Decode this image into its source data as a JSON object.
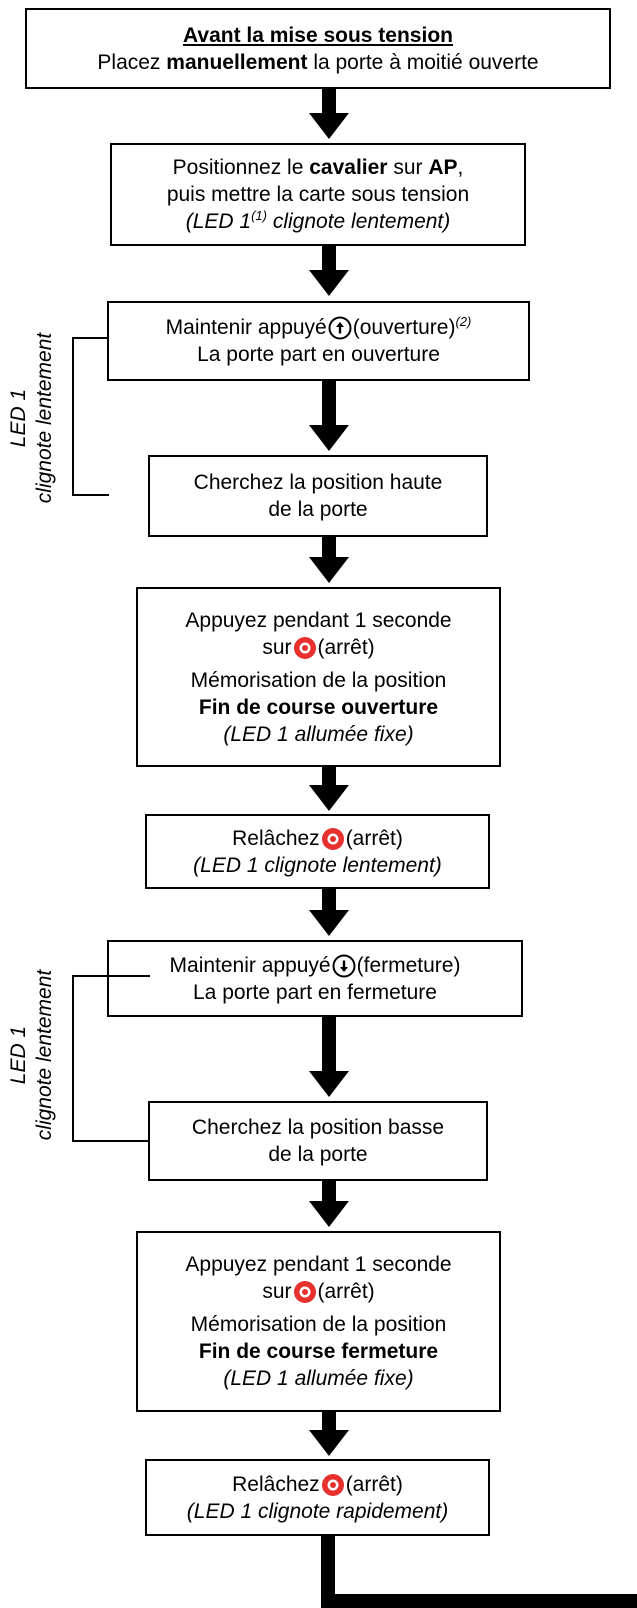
{
  "steps": [
    {
      "title": "Avant la mise sous tension",
      "line1_pre": "Placez ",
      "line1_bold": "manuellement",
      "line1_post": " la porte à moitié ouverte"
    },
    {
      "line1_pre": "Positionnez le ",
      "line1_bold1": "cavalier",
      "line1_mid": " sur ",
      "line1_bold2": "AP",
      "line1_post": ",",
      "line2": "puis mettre la carte sous tension",
      "line3_pre": "(LED 1",
      "line3_sup": "(1)",
      "line3_post": " clignote lentement)"
    },
    {
      "line1_pre": "Maintenir appuyé",
      "line1_post": "(ouverture)",
      "line1_sup": "(2)",
      "line2": "La porte part en ouverture"
    },
    {
      "line1": "Cherchez la position haute",
      "line2": "de la porte"
    },
    {
      "line1": "Appuyez pendant 1 seconde",
      "line2_pre": "sur",
      "line2_post": "(arrêt)",
      "line3": "Mémorisation de la position",
      "line4": "Fin de course ouverture",
      "line5": "(LED 1 allumée fixe)"
    },
    {
      "line1_pre": "Relâchez",
      "line1_post": "(arrêt)",
      "line2": "(LED 1 clignote lentement)"
    },
    {
      "line1_pre": "Maintenir appuyé",
      "line1_post": "(fermeture)",
      "line2": "La porte part en fermeture"
    },
    {
      "line1": "Cherchez la position basse",
      "line2": "de la porte"
    },
    {
      "line1": "Appuyez pendant 1 seconde",
      "line2_pre": "sur",
      "line2_post": "(arrêt)",
      "line3": "Mémorisation de la position",
      "line4": "Fin de course fermeture",
      "line5": "(LED 1 allumée fixe)"
    },
    {
      "line1_pre": "Relâchez",
      "line1_post": "(arrêt)",
      "line2": "(LED 1 clignote rapidement)"
    }
  ],
  "side_labels": [
    {
      "line1": "LED 1",
      "line2": "clignote lentement"
    },
    {
      "line1": "LED 1",
      "line2": "clignote lentement"
    }
  ],
  "icons": {
    "up": "arrow-up-button-icon",
    "down": "arrow-down-button-icon",
    "stop": "red-stop-button-icon",
    "stop_color": "#e8312f"
  }
}
